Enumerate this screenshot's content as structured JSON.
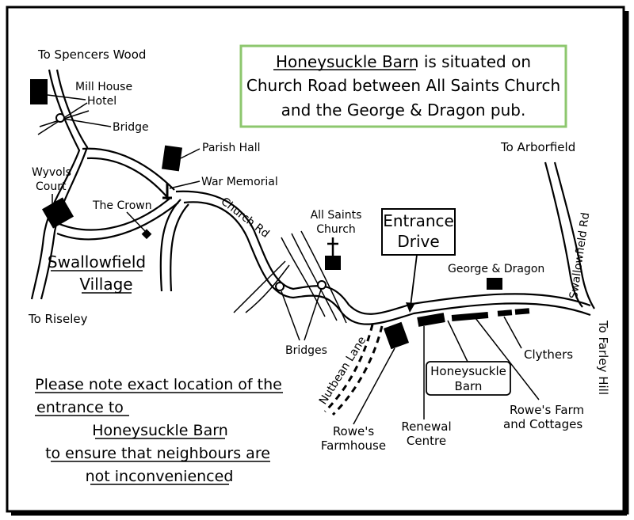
{
  "colors": {
    "frame": "#000000",
    "info_box_border": "#8dc76e",
    "background": "#ffffff",
    "ink": "#000000"
  },
  "info_box": {
    "line1_name": "Honeysuckle Barn",
    "line1_rest": " is situated on",
    "line2": "Church Road between All Saints Church",
    "line3": "and the George & Dragon pub."
  },
  "places": {
    "to_spencers_wood": "To Spencers Wood",
    "mill_house_line1": "Mill House",
    "mill_house_line2": "Hotel",
    "bridge": "Bridge",
    "parish_hall": "Parish Hall",
    "war_memorial": "War Memorial",
    "wyvols_line1": "Wyvols",
    "wyvols_line2": "Court",
    "the_crown": "The Crown",
    "church_rd": "Church Rd",
    "all_saints_line1": "All Saints",
    "all_saints_line2": "Church",
    "entrance_line1": "Entrance",
    "entrance_line2": "Drive",
    "george_dragon": "George & Dragon",
    "to_arborfield": "To Arborfield",
    "swallowfield_rd": "Swallowfield Rd",
    "swallowfield_line1": "Swallowfield",
    "swallowfield_line2": "Village",
    "to_riseley": "To Riseley",
    "bridges": "Bridges",
    "nutbean_lane": "Nutbean Lane",
    "honeysuckle_line1": "Honeysuckle",
    "honeysuckle_line2": "Barn",
    "clythers": "Clythers",
    "rowes_farm_line1": "Rowe's Farm",
    "rowes_farm_line2": "and Cottages",
    "rowes_farmhouse_line1": "Rowe's",
    "rowes_farmhouse_line2": "Farmhouse",
    "renewal_line1": "Renewal",
    "renewal_line2": "Centre",
    "to_farley_hill": "To Farley Hill"
  },
  "notice": {
    "line1": "Please note exact location of the",
    "line2": "entrance to",
    "line3": "Honeysuckle Barn",
    "line4": "to ensure that neighbours are",
    "line5": "not inconvenienced"
  }
}
